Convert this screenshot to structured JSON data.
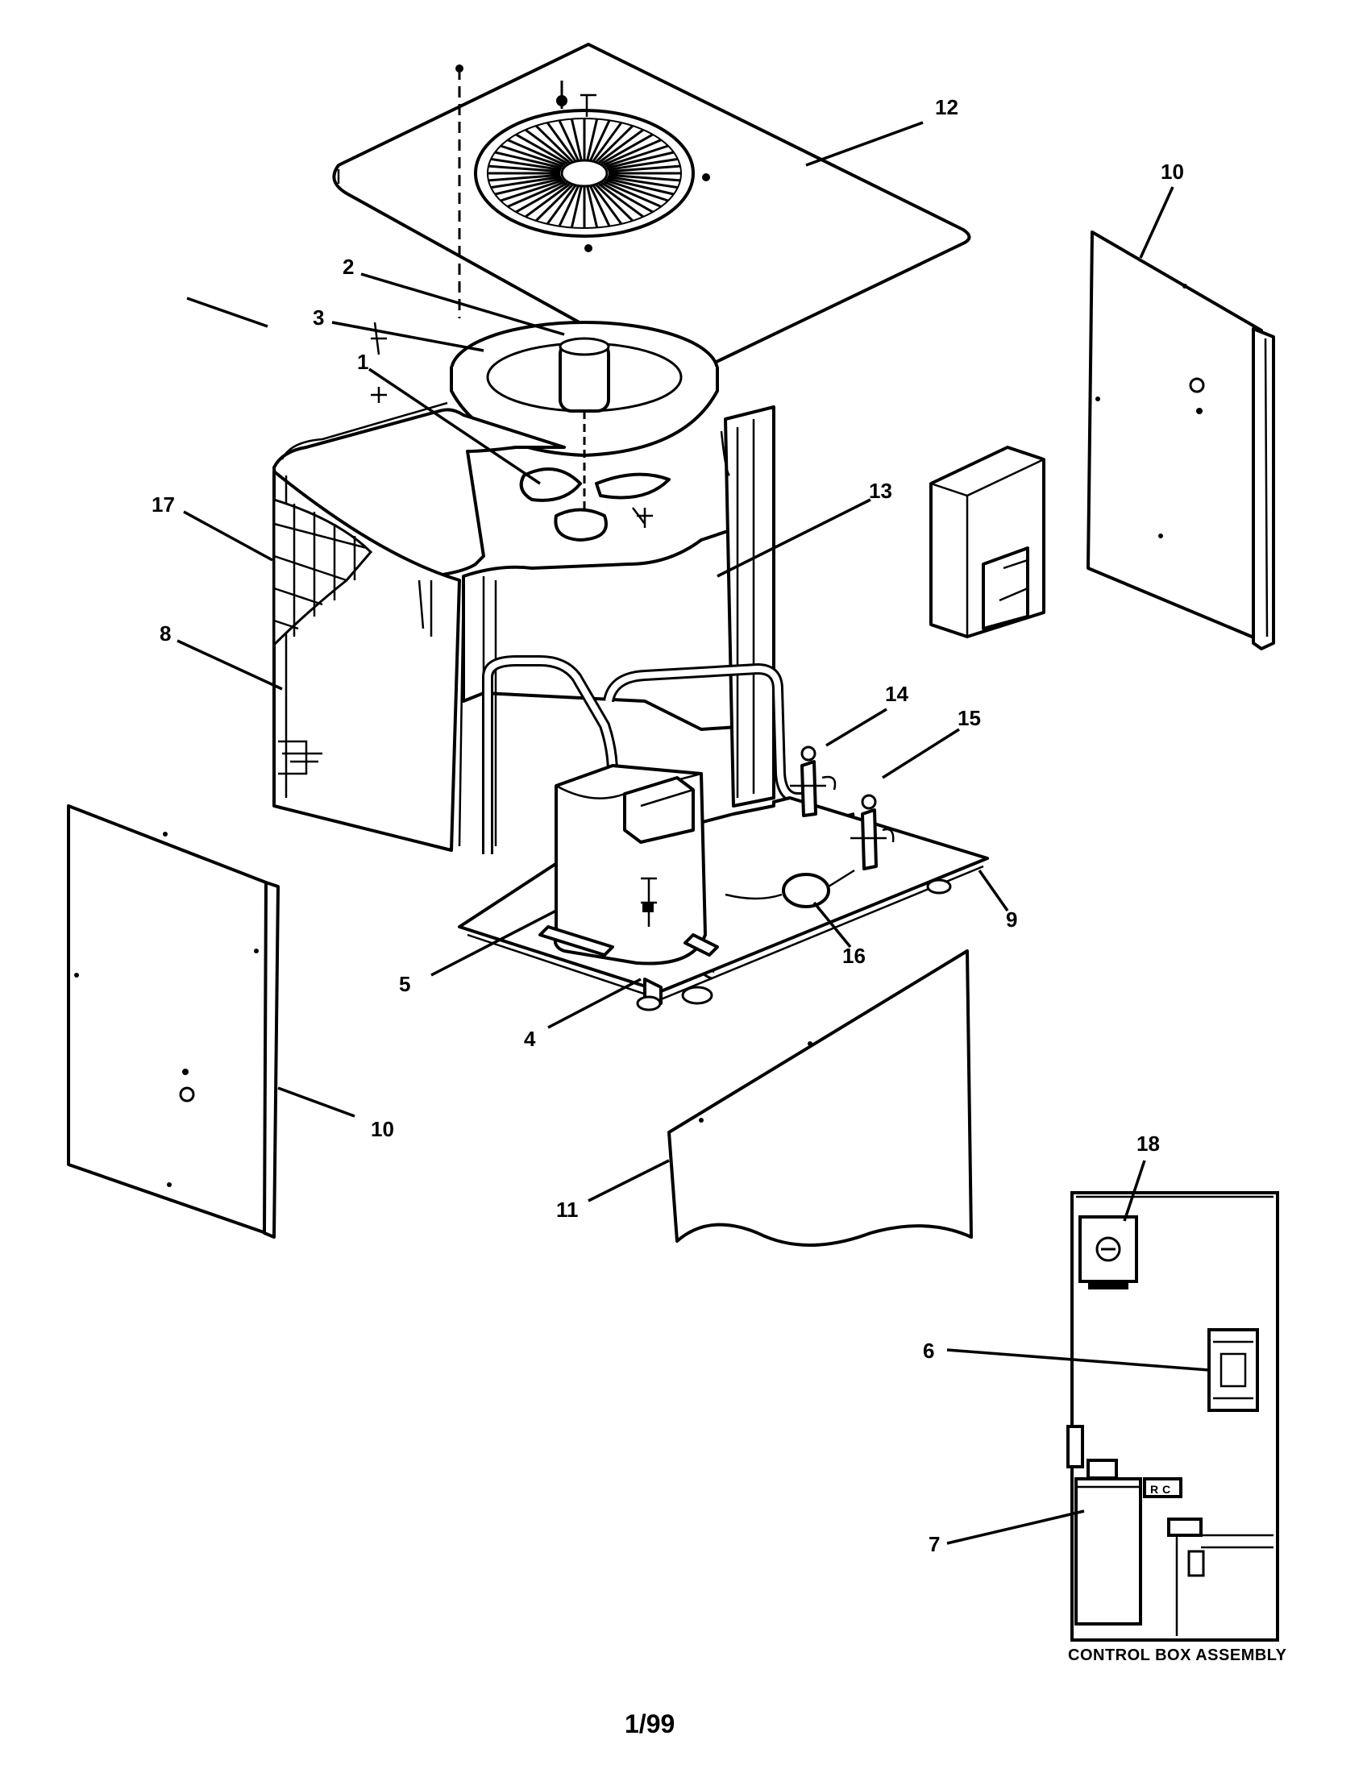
{
  "callouts": [
    "12",
    "10",
    "2",
    "3",
    "1",
    "17",
    "13",
    "8",
    "14",
    "15",
    "9",
    "5",
    "16",
    "4",
    "10",
    "11",
    "18",
    "6",
    "7"
  ],
  "control_box_caption": "CONTROL BOX ASSEMBLY",
  "page_number": "1/99",
  "control_box_labels": {
    "label_1": "R C"
  }
}
